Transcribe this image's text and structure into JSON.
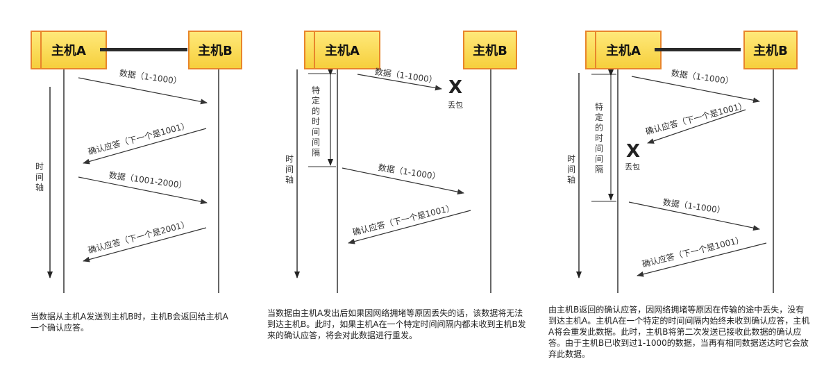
{
  "panels": [
    {
      "hostA": "主机A",
      "hostB": "主机B",
      "timeline_label": "时间轴",
      "messages": [
        "数据（1-1000）",
        "确认应答（下一个是1001）",
        "数据（1001-2000）",
        "确认应答（下一个是2001）"
      ],
      "caption": "当数据从主机A发送到主机B时，主机B会返回给主机A一个确认应答。"
    },
    {
      "hostA": "主机A",
      "hostB": "主机B",
      "timeline_label": "时间轴",
      "interval_label": "特定的时间间隔",
      "lost_mark": "X",
      "lost_label": "丢包",
      "messages": [
        "数据（1-1000）",
        "数据（1-1000）",
        "确认应答（下一个是1001）"
      ],
      "caption": "当数据由主机A发出后如果因网络拥堵等原因丢失的话，该数据将无法到达主机B。此时，如果主机A在一个特定时间间隔内都未收到主机B发来的确认应答，将会对此数据进行重发。"
    },
    {
      "hostA": "主机A",
      "hostB": "主机B",
      "timeline_label": "时间轴",
      "interval_label": "特定的时间间隔",
      "lost_mark": "X",
      "lost_label": "丢包",
      "messages": [
        "数据（1-1000）",
        "确认应答（下一个是1001）",
        "数据（1-1000）",
        "确认应答（下一个是1001）"
      ],
      "caption": "由主机B返回的确认应答，因网络拥堵等原因在传输的途中丢失，没有到达主机A。主机A在一个特定的时间间隔内始终未收到确认应答，主机A将会重发此数据。此时，主机B将第二次发送已接收此数据的确认应答。由于主机B已收到过1-1000的数据，当再有相同数据送达时它会放弃此数据。"
    }
  ],
  "colors": {
    "host_fill": "#f6cf3c",
    "host_border": "#e8852b",
    "line": "#2b2b2b"
  }
}
